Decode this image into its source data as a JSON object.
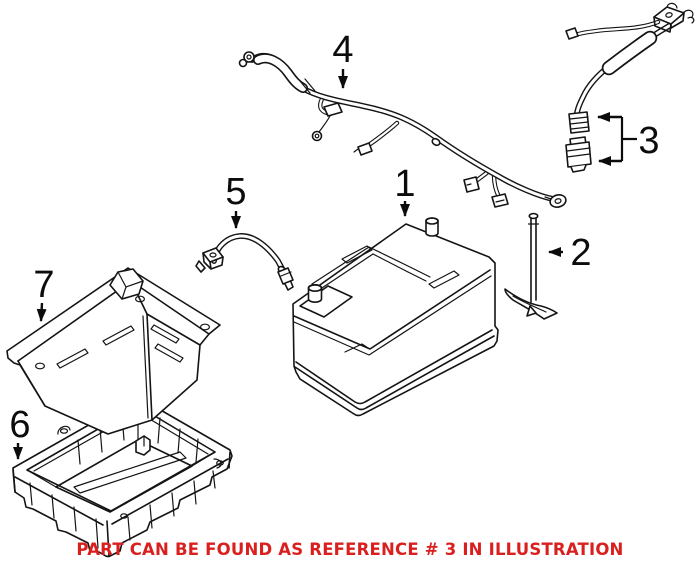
{
  "diagram": {
    "callouts": [
      "1",
      "2",
      "3",
      "4",
      "5",
      "6",
      "7"
    ],
    "notice": "PART CAN BE FOUND AS REFERENCE # 3 IN ILLUSTRATION",
    "colors": {
      "notice": "#da1f1f",
      "line": "#141414",
      "background": "#ffffff"
    }
  }
}
